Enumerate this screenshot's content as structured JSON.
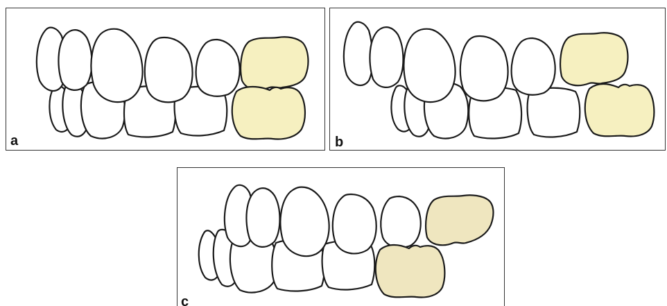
{
  "panels": [
    {
      "id": "a",
      "label": "a"
    },
    {
      "id": "b",
      "label": "b"
    },
    {
      "id": "c",
      "label": "c"
    }
  ],
  "colors": {
    "tooth_outline": "#1a1a1a",
    "tooth_fill": "#ffffff",
    "highlight_fill_a_b": "#f6f0c0",
    "highlight_fill_c": "#efe6bf",
    "panel_border": "#333333"
  }
}
